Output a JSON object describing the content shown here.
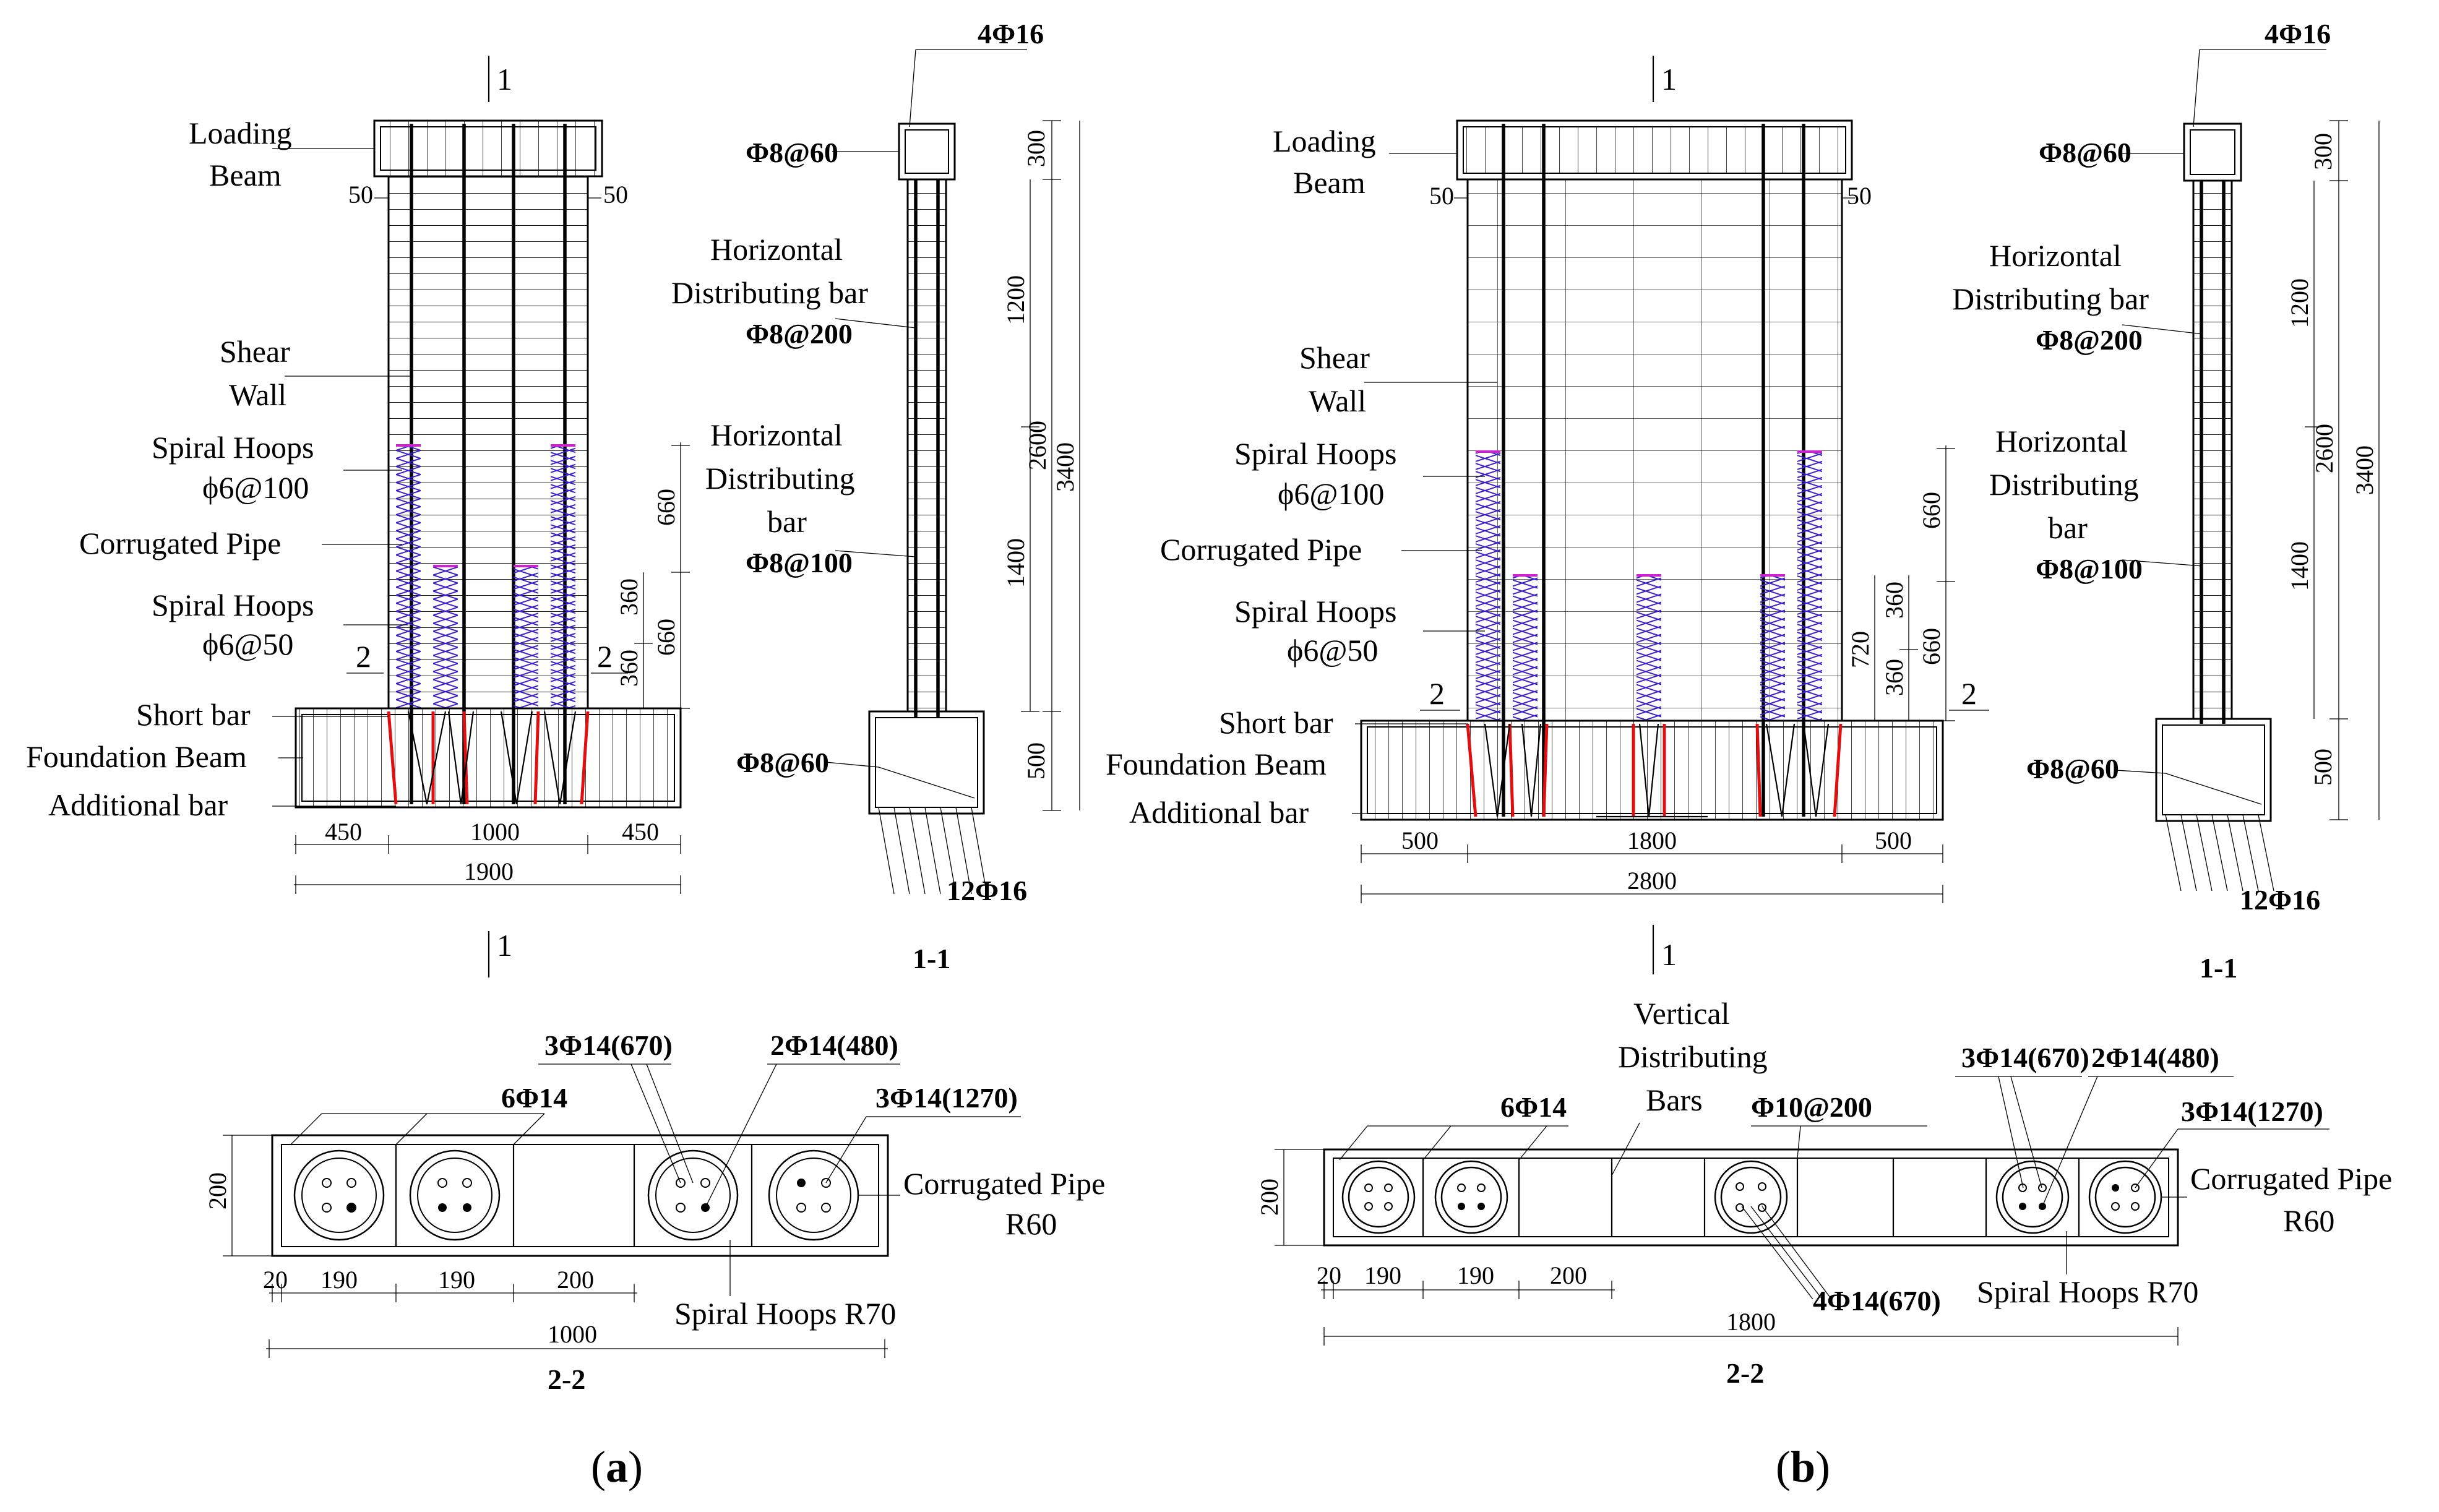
{
  "panel_a": {
    "elevation": {
      "loading_beam": "Loading\nBeam",
      "shear_wall": "Shear\nWall",
      "spiral_hoops_top": "Spiral Hoops",
      "spiral_hoops_top_spacing": "ϕ6@100",
      "corrugated_pipe": "Corrugated Pipe",
      "spiral_hoops_bottom": "Spiral Hoops",
      "spiral_hoops_bottom_spacing": "ϕ6@50",
      "short_bar": "Short bar",
      "foundation_beam": "Foundation Beam",
      "additional_bar": "Additional bar",
      "section_mark": "1",
      "section_mark_2": "2",
      "dim_edge": "50",
      "dim_650": "660",
      "dim_360": "360",
      "dims_bottom": [
        "450",
        "1000",
        "450"
      ],
      "dim_total": "1900"
    },
    "section_1_1": {
      "top_bars": "4Φ16",
      "stirrup_top": "Φ8@60",
      "horiz_bar_1": "Horizontal\nDistributing bar",
      "horiz_bar_1_spacing": "Φ8@200",
      "horiz_bar_2": "Horizontal\nDistributing\nbar",
      "horiz_bar_2_spacing": "Φ8@100",
      "stirrup_bottom": "Φ8@60",
      "bottom_bars": "12Φ16",
      "dims": [
        "300",
        "1200",
        "2600",
        "1400",
        "3400",
        "500"
      ],
      "title": "1-1"
    },
    "section_2_2": {
      "bars_670": "3Φ14(670)",
      "bars_480": "2Φ14(480)",
      "bars_1270": "3Φ14(1270)",
      "bars_6": "6Φ14",
      "pipe": "Corrugated Pipe\nR60",
      "hoops": "Spiral Hoops R70",
      "dim_height": "200",
      "dims": [
        "20",
        "190",
        "190",
        "200"
      ],
      "dim_total": "1000",
      "title": "2-2"
    },
    "caption": "(a)"
  },
  "panel_b": {
    "elevation": {
      "loading_beam": "Loading\nBeam",
      "shear_wall": "Shear\nWall",
      "spiral_hoops_top": "Spiral Hoops",
      "spiral_hoops_top_spacing": "ϕ6@100",
      "corrugated_pipe": "Corrugated Pipe",
      "spiral_hoops_bottom": "Spiral Hoops",
      "spiral_hoops_bottom_spacing": "ϕ6@50",
      "short_bar": "Short bar",
      "foundation_beam": "Foundation Beam",
      "additional_bar": "Additional bar",
      "dim_edge": "50",
      "dims_side": [
        "660",
        "360",
        "720",
        "660",
        "360"
      ],
      "dims_bottom": [
        "500",
        "1800",
        "500"
      ],
      "dim_total": "2800"
    },
    "section_1_1": {
      "top_bars": "4Φ16",
      "stirrup_top": "Φ8@60",
      "horiz_bar_1": "Horizontal\nDistributing bar",
      "horiz_bar_1_spacing": "Φ8@200",
      "horiz_bar_2": "Horizontal\nDistributing\nbar",
      "horiz_bar_2_spacing": "Φ8@100",
      "stirrup_bottom": "Φ8@60",
      "bottom_bars": "12Φ16",
      "title": "1-1"
    },
    "section_2_2": {
      "vertical_bars": "Vertical\nDistributing\nBars",
      "vertical_spacing": "Φ10@200",
      "bars_670": "3Φ14(670)",
      "bars_480": "2Φ14(480)",
      "bars_1270": "3Φ14(1270)",
      "bars_6": "6Φ14",
      "bars_4": "4Φ14(670)",
      "pipe": "Corrugated Pipe\nR60",
      "hoops": "Spiral Hoops R70",
      "dim_height": "200",
      "dims": [
        "20",
        "190",
        "190",
        "200"
      ],
      "dim_total": "1800",
      "title": "2-2"
    },
    "caption": "(b)"
  }
}
